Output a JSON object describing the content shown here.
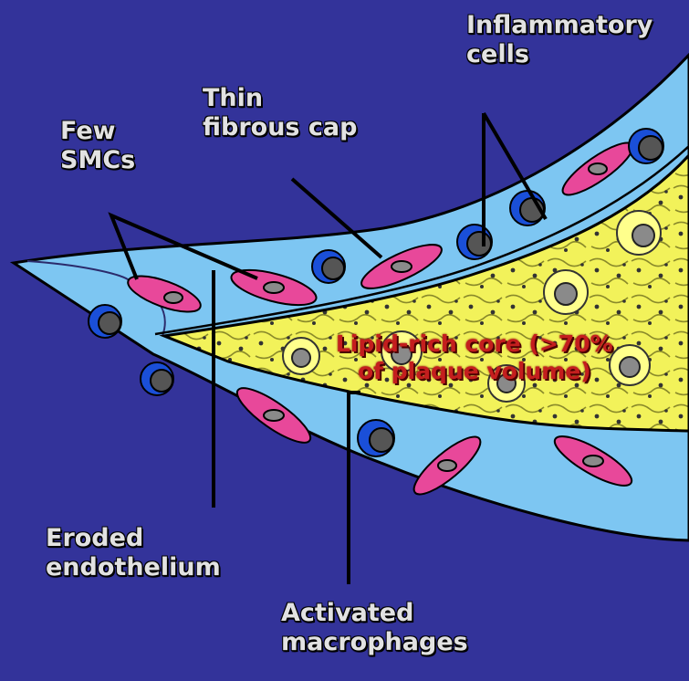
{
  "labels": {
    "inflammatory": [
      "Inflammatory",
      "cells"
    ],
    "thin_cap": [
      "Thin",
      "fibrous cap"
    ],
    "few_smcs": [
      "Few",
      "SMCs"
    ],
    "lipid_core": [
      "Lipid-rich core (>70%",
      "of plaque volume)"
    ],
    "eroded": [
      "Eroded",
      "endothelium"
    ],
    "macrophages": [
      "Activated",
      "macrophages"
    ]
  },
  "colors": {
    "background": "#33339a",
    "vessel_wall": "#7dc6f2",
    "lipid_core": "#f2f25a",
    "smc": "#e8489a",
    "nucleus": "#7a7a7a",
    "inflammatory_cell": "#1a4fd8",
    "label_text": "#e2e2e2",
    "core_label": "#c41e1e"
  }
}
